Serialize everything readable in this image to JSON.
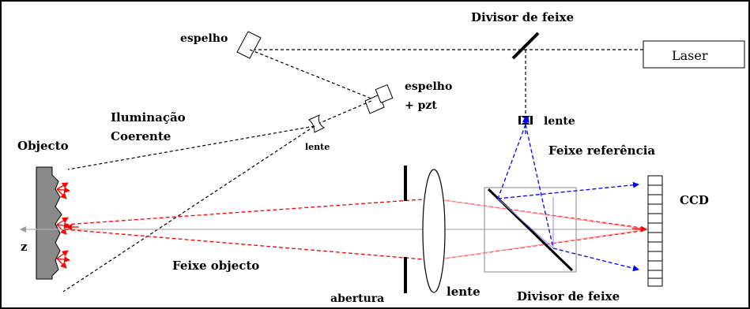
{
  "labels": {
    "beam_splitter_top": "Divisor de feixe",
    "laser": "Laser",
    "mirror": "espelho",
    "mirror_pzt_line1": "espelho",
    "mirror_pzt_line2": "+ pzt",
    "lens_reference": "lente",
    "illumination_line1": "Iluminação",
    "illumination_line2": "Coerente",
    "lens_illumination": "lente",
    "object": "Objecto",
    "reference_beam": "Feixe referência",
    "ccd": "CCD",
    "z_axis": "z",
    "object_beam": "Feixe objecto",
    "aperture": "abertura",
    "lens_imaging": "lente",
    "beam_splitter_bottom": "Divisor de feixe"
  },
  "colors": {
    "object_beam": "#ff0000",
    "reference_beam": "#0000ff",
    "illumination": "#000000",
    "optical_axis": "#b0b0b0",
    "object_surface": "#8a8a8a"
  }
}
